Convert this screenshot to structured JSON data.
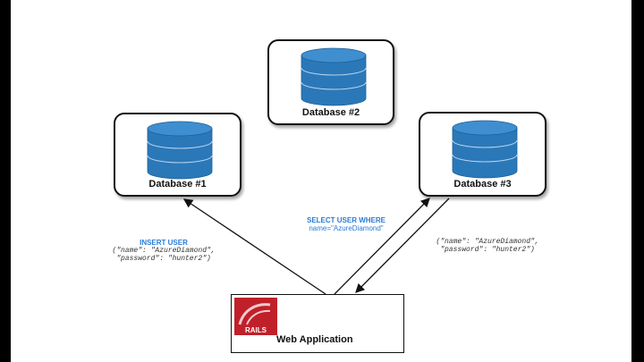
{
  "nodes": {
    "db1": {
      "label": "Database #1"
    },
    "db2": {
      "label": "Database #2"
    },
    "db3": {
      "label": "Database #3"
    },
    "web": {
      "label": "Web Application",
      "logo_text": "RAILS"
    }
  },
  "annotations": {
    "insert": {
      "header": "INSERT USER",
      "line1": "(\"name\": \"AzureDiamond\",",
      "line2": "\"password\": \"hunter2\")"
    },
    "select": {
      "header": "SELECT USER WHERE",
      "line1": "name=\"AzureDiamond\""
    },
    "result": {
      "line1": "(\"name\": \"AzureDiamond\",",
      "line2": "\"password\": \"hunter2\")"
    }
  },
  "colors": {
    "cylinder": "#2b78b8",
    "cylinder_dark": "#1d5f96",
    "annotation": "#2a7bd6",
    "logo_red": "#c0202a"
  }
}
